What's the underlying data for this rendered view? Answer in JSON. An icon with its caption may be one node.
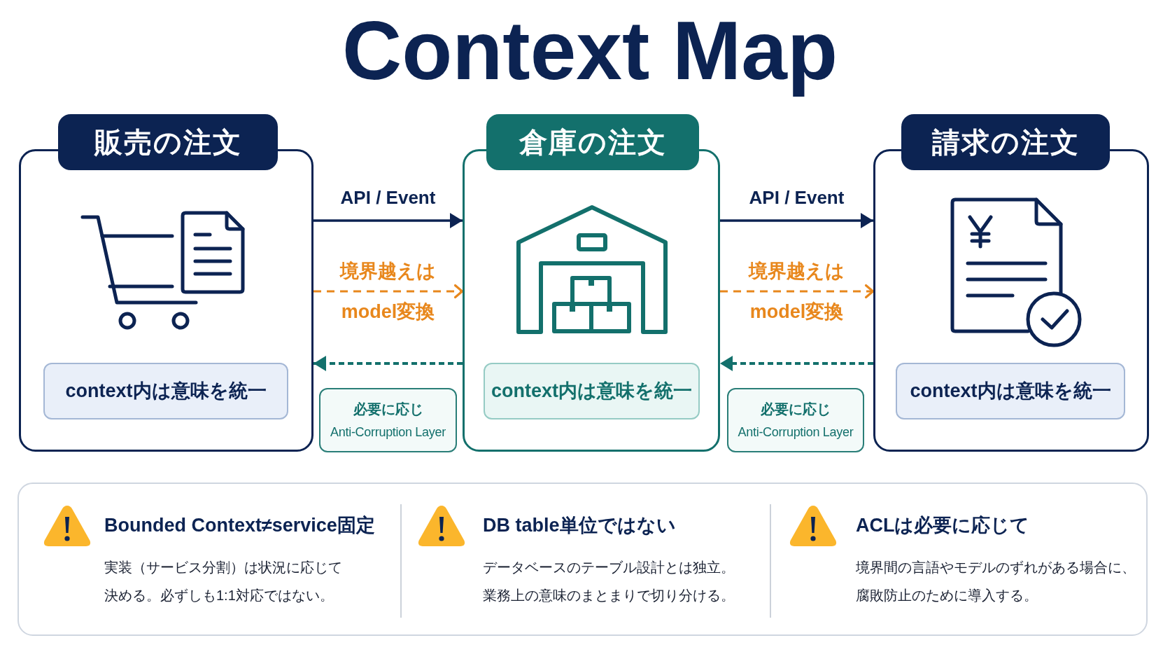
{
  "diagram": {
    "title": "Context Map",
    "nodes": [
      {
        "text": [
          "販売の注文"
        ]
      },
      {
        "text": [
          "context内は意味を統一"
        ],
        "in": 0
      },
      {
        "text": [
          "倉庫の注文"
        ]
      },
      {
        "text": [
          "context内は意味を統一"
        ],
        "in": 2
      },
      {
        "text": [
          "請求の注文"
        ]
      },
      {
        "text": [
          "context内は意味を統一"
        ],
        "in": 4
      },
      {
        "text": [
          "必要に応じ",
          "Anti-Corruption Layer"
        ]
      },
      {
        "text": [
          "必要に応じ",
          "Anti-Corruption Layer"
        ]
      },
      {
        "text": [
          "Bounded Context≠service固定",
          "実装（サービス分割）は状況に応じて決める。必ずしも1:1対応ではない。",
          "DB table単位ではない",
          "データベースのテーブル設計とは独立。業務上の意味のまとまりで切り分ける。",
          "ACLは必要に応じて",
          "境界間の言語やモデルのずれがある場合に、腐敗防止のために導入する。"
        ]
      }
    ],
    "edges": [
      {
        "from": 0,
        "to": 2,
        "arrow": "to",
        "label": "API / Event"
      },
      {
        "from": 0,
        "to": 2,
        "arrow": "to",
        "label": "境界越えは model変換",
        "style": "dashed",
        "color": "#e8871c"
      },
      {
        "from": 2,
        "to": 0,
        "arrow": "to",
        "style": "dashed",
        "color": "#13706c"
      },
      {
        "from": 2,
        "to": 4,
        "arrow": "to",
        "label": "API / Event"
      },
      {
        "from": 2,
        "to": 4,
        "arrow": "to",
        "label": "境界越えは model変換",
        "style": "dashed",
        "color": "#e8871c"
      },
      {
        "from": 4,
        "to": 2,
        "arrow": "to",
        "style": "dashed",
        "color": "#13706c"
      }
    ]
  }
}
